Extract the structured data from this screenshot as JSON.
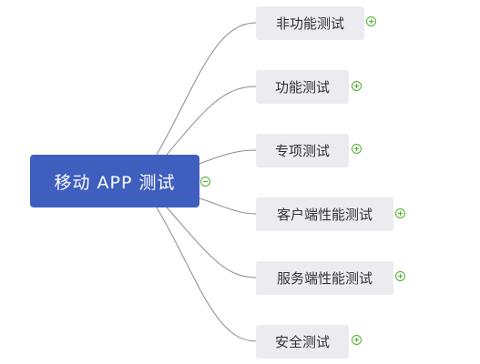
{
  "root": {
    "label": "移动 APP 测试",
    "toggle": "collapse-icon"
  },
  "children": [
    {
      "label": "非功能测试",
      "toggle": "expand-icon"
    },
    {
      "label": "功能测试",
      "toggle": "expand-icon"
    },
    {
      "label": "专项测试",
      "toggle": "expand-icon"
    },
    {
      "label": "客户端性能测试",
      "toggle": "expand-icon"
    },
    {
      "label": "服务端性能测试",
      "toggle": "expand-icon"
    },
    {
      "label": "安全测试",
      "toggle": "expand-icon"
    }
  ],
  "colors": {
    "root_fill": "#3f5fbf",
    "child_fill": "#ebebf0",
    "connector": "#8a8a8a",
    "toggle": "#4caf2c"
  }
}
